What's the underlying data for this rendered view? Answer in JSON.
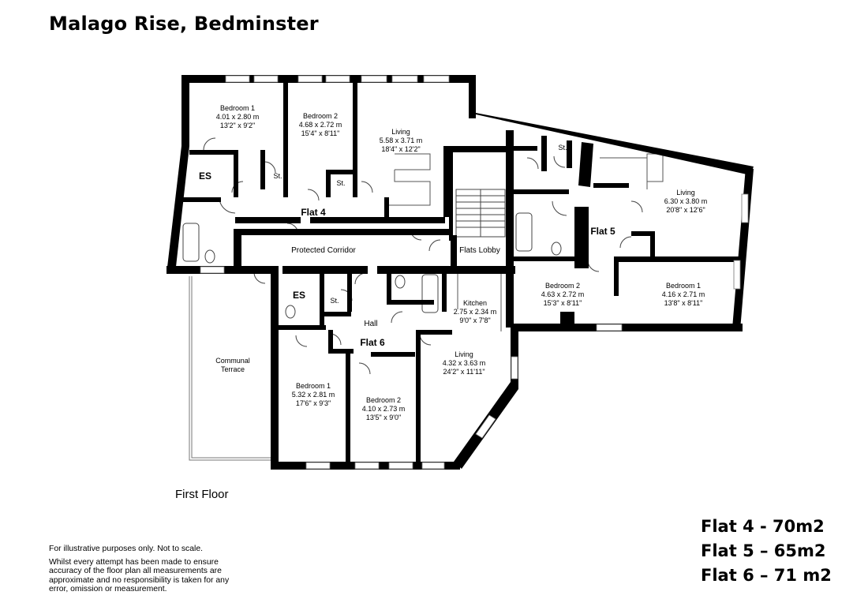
{
  "title": "Malago Rise, Bedminster",
  "floor_label": "First Floor",
  "disclaimer": {
    "line1": "For illustrative purposes only. Not to scale.",
    "line2": "Whilst every attempt has been made to ensure accuracy of the floor plan all measurements are approximate and no responsibility is taken for any error, omission or measurement."
  },
  "areas": [
    "Flat 4 - 70m2",
    "Flat 5 –  65m2",
    "Flat 6 –  71 m2"
  ],
  "flats": {
    "flat4": "Flat 4",
    "flat5": "Flat 5",
    "flat6": "Flat 6"
  },
  "rooms": {
    "f4_bed1": {
      "name": "Bedroom 1",
      "metric": "4.01 x 2.80 m",
      "imperial": "13'2\" x 9'2\""
    },
    "f4_bed2": {
      "name": "Bedroom 2",
      "metric": "4.68 x 2.72 m",
      "imperial": "15'4\" x 8'11\""
    },
    "f4_living": {
      "name": "Living",
      "metric": "5.58 x 3.71 m",
      "imperial": "18'4\" x 12'2\""
    },
    "f5_living": {
      "name": "Living",
      "metric": "6.30 x 3.80 m",
      "imperial": "20'8\" x 12'6\""
    },
    "f5_bed2": {
      "name": "Bedroom 2",
      "metric": "4.63 x 2.72 m",
      "imperial": "15'3\" x 8'11\""
    },
    "f5_bed1": {
      "name": "Bedroom 1",
      "metric": "4.16 x 2.71 m",
      "imperial": "13'8\" x 8'11\""
    },
    "f6_kitchen": {
      "name": "Kitchen",
      "metric": "2.75 x 2.34 m",
      "imperial": "9'0\" x 7'8\""
    },
    "f6_living": {
      "name": "Living",
      "metric": "4.32 x 3.63 m",
      "imperial": "24'2\" x 11'11\""
    },
    "f6_bed1": {
      "name": "Bedroom 1",
      "metric": "5.32 x 2.81 m",
      "imperial": "17'6\" x 9'3\""
    },
    "f6_bed2": {
      "name": "Bedroom 2",
      "metric": "4.10 x 2.73 m",
      "imperial": "13'5\" x 9'0\""
    }
  },
  "labels": {
    "es_f4": "ES",
    "es_f6": "ES",
    "st_f4a": "St.",
    "st_f4b": "St.",
    "st_f5": "St.",
    "st_f6": "St.",
    "corridor": "Protected Corridor",
    "lobby": "Flats Lobby",
    "hall": "Hall",
    "terrace_l1": "Communal",
    "terrace_l2": "Terrace"
  }
}
